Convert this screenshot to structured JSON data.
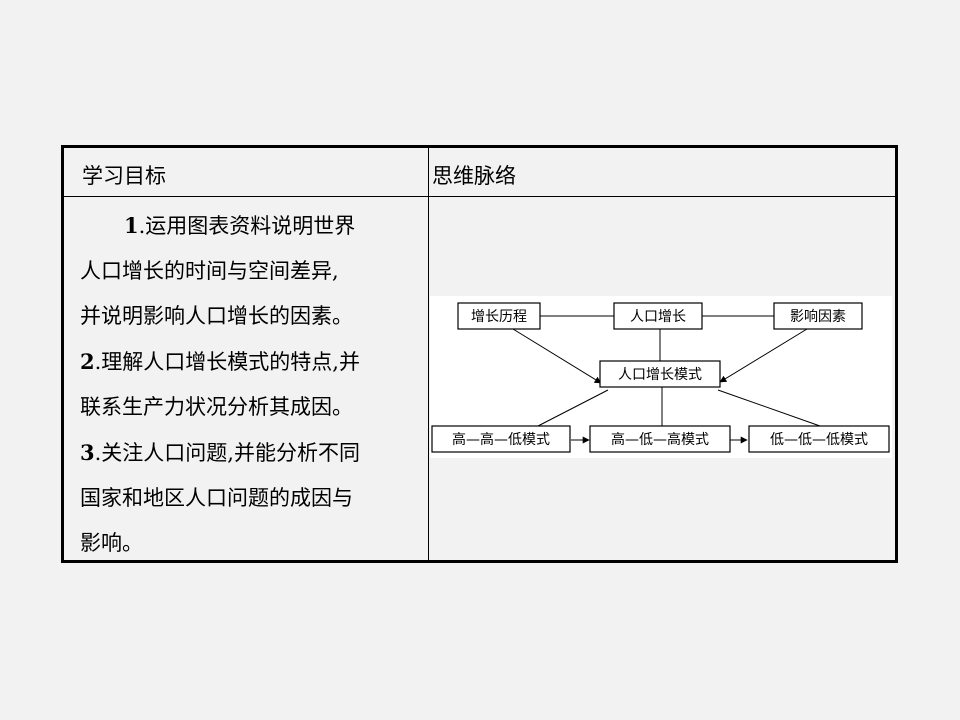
{
  "table": {
    "header_left": "学习目标",
    "header_right": "思维脉络"
  },
  "goals": [
    {
      "num": "1",
      "text": ".运用图表资料说明世界",
      "cont": [
        "人口增长的时间与空间差异,",
        "并说明影响人口增长的因素。"
      ]
    },
    {
      "num": "2",
      "text": ".理解人口增长模式的特点,并",
      "cont": [
        "联系生产力状况分析其成因。"
      ]
    },
    {
      "num": "3",
      "text": ".关注人口问题,并能分析不同",
      "cont": [
        "国家和地区人口问题的成因与",
        "影响。"
      ]
    }
  ],
  "diagram": {
    "nodes": {
      "history": "增长历程",
      "growth": "人口增长",
      "factors": "影响因素",
      "model": "人口增长模式",
      "hhl": "高—高—低模式",
      "hlh": "高—低—高模式",
      "lll": "低—低—低模式"
    }
  }
}
